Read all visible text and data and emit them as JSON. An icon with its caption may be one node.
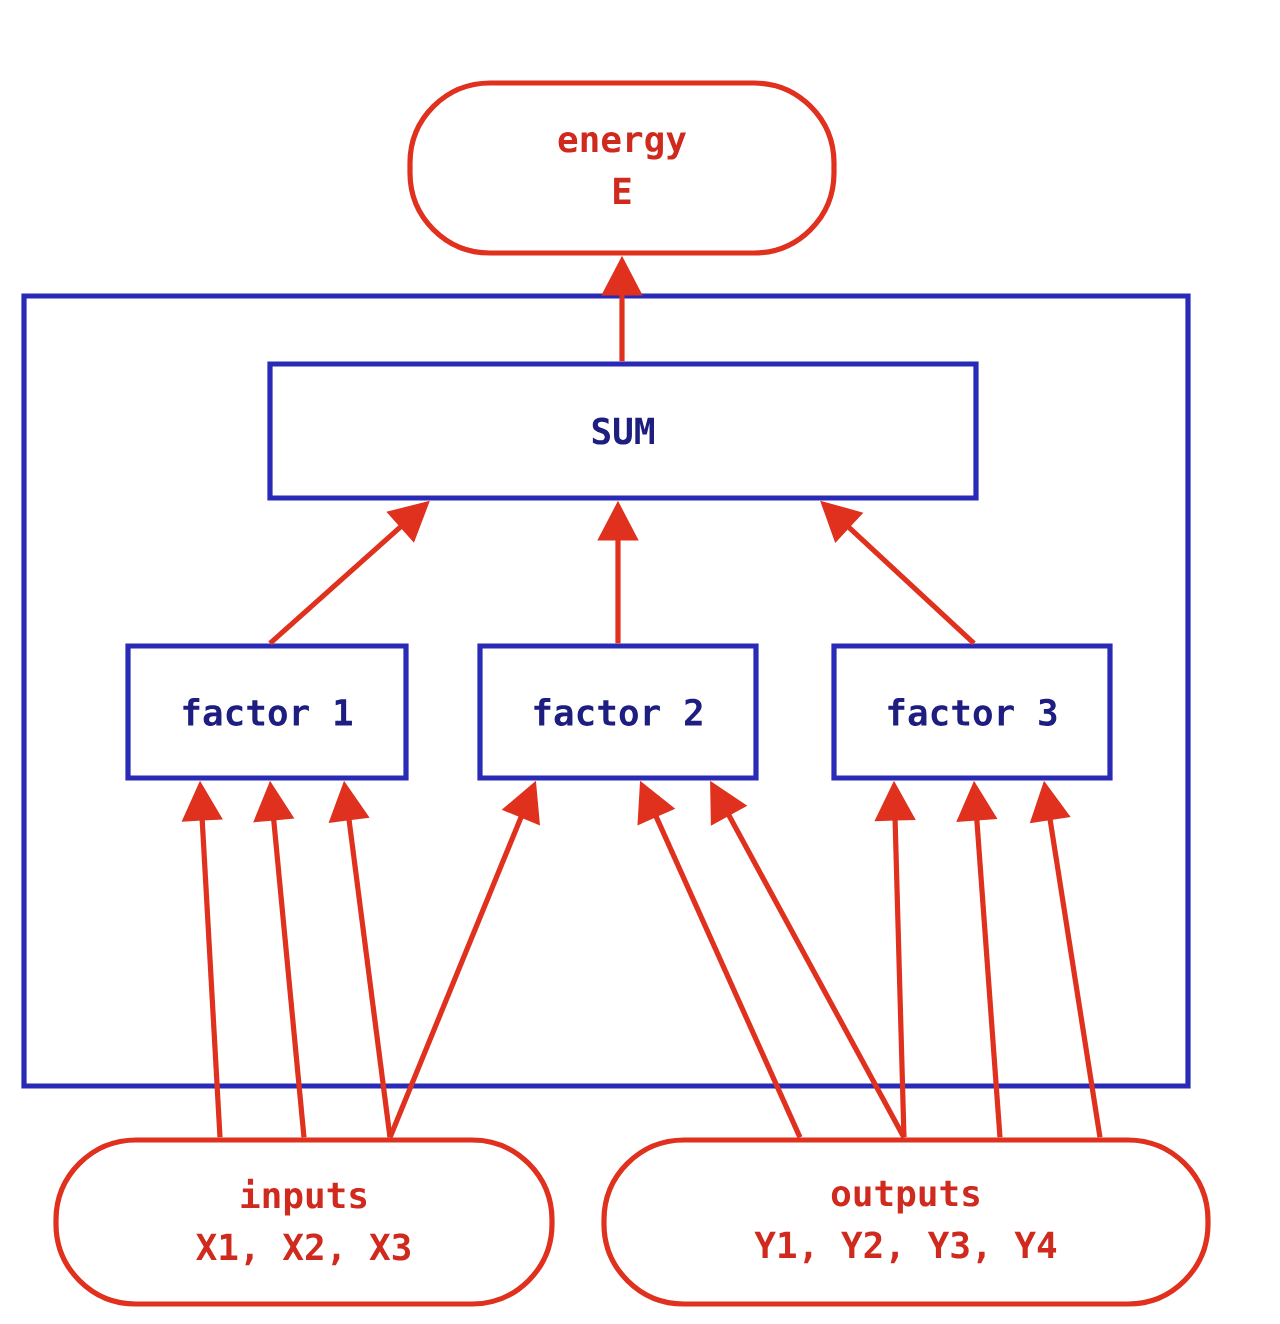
{
  "diagram": {
    "nodes": [
      {
        "text": [
          "energy",
          "E"
        ]
      },
      {
        "text": [],
        "shape": "box"
      },
      {
        "text": [
          "SUM"
        ],
        "in": 1
      },
      {
        "text": [
          "factor 1"
        ],
        "in": 1
      },
      {
        "text": [
          "factor 2"
        ],
        "in": 1
      },
      {
        "text": [
          "factor 3"
        ],
        "in": 1
      },
      {
        "text": [
          "inputs",
          "X1, X2, X3"
        ]
      },
      {
        "text": [
          "outputs",
          "Y1, Y2, Y3, Y4"
        ]
      }
    ],
    "edges": [
      {
        "from": 2,
        "to": 0,
        "arrow": "to"
      },
      {
        "from": 3,
        "to": 2,
        "arrow": "to"
      },
      {
        "from": 4,
        "to": 2,
        "arrow": "to"
      },
      {
        "from": 5,
        "to": 2,
        "arrow": "to"
      },
      {
        "from": 6,
        "to": 3,
        "arrow": "to"
      },
      {
        "from": 6,
        "to": 3,
        "arrow": "to"
      },
      {
        "from": 6,
        "to": 3,
        "arrow": "to"
      },
      {
        "from": 6,
        "to": 4,
        "arrow": "to"
      },
      {
        "from": 7,
        "to": 4,
        "arrow": "to"
      },
      {
        "from": 7,
        "to": 4,
        "arrow": "to"
      },
      {
        "from": 7,
        "to": 5,
        "arrow": "to"
      },
      {
        "from": 7,
        "to": 5,
        "arrow": "to"
      },
      {
        "from": 7,
        "to": 5,
        "arrow": "to"
      }
    ]
  }
}
